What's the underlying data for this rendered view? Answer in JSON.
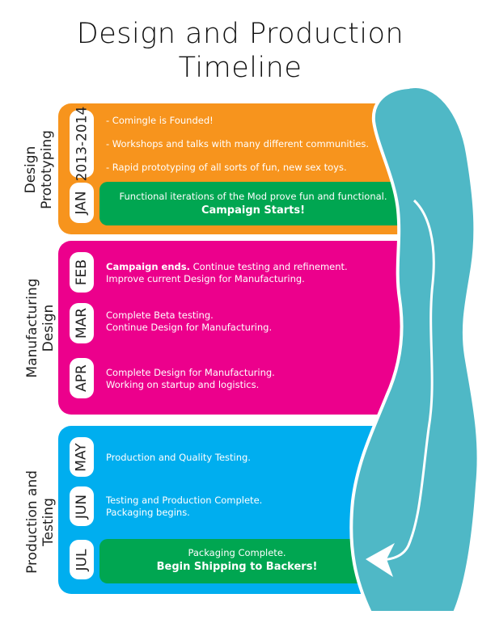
{
  "title": {
    "line1": "Design and Production",
    "line2": "Timeline"
  },
  "colors": {
    "orange": "#f7941d",
    "magenta": "#ec008c",
    "blue": "#00aeef",
    "green": "#00a651",
    "teal": "#4fb8c6"
  },
  "sections": [
    {
      "label_line1": "Design",
      "label_line2": "Prototyping",
      "entries": [
        {
          "date": "2013-2014",
          "lines": [
            "- Comingle is Founded!",
            "- Workshops and talks with many different communities.",
            "- Rapid prototyping of all sorts of fun, new sex toys."
          ]
        },
        {
          "date": "JAN",
          "text": "Functional iterations of the Mod prove fun and functional.",
          "bold": "Campaign Starts!"
        }
      ]
    },
    {
      "label_line1": "Manufacturing",
      "label_line2": "Design",
      "entries": [
        {
          "date": "FEB",
          "bold": "Campaign ends.",
          "text": " Continue testing and refinement.",
          "line2": "Improve current Design for Manufacturing."
        },
        {
          "date": "MAR",
          "text": "Complete Beta testing.",
          "line2": "Continue Design for Manufacturing."
        },
        {
          "date": "APR",
          "text": "Complete Design for Manufacturing.",
          "line2": "Working on startup and logistics."
        }
      ]
    },
    {
      "label_line1": "Production and",
      "label_line2": "Testing",
      "entries": [
        {
          "date": "MAY",
          "text": "Production and Quality Testing."
        },
        {
          "date": "JUN",
          "text": "Testing and Production Complete.",
          "line2": "Packaging begins."
        },
        {
          "date": "JUL",
          "text": "Packaging Complete.",
          "bold": "Begin Shipping to Backers!"
        }
      ]
    }
  ]
}
